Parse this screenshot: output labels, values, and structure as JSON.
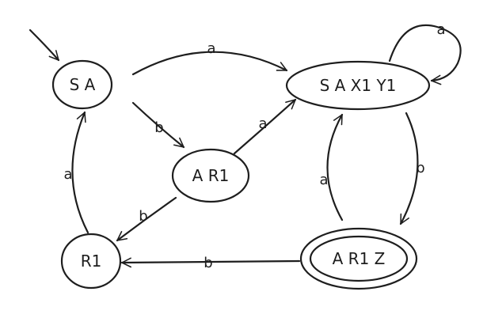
{
  "diagram": {
    "states": [
      {
        "id": "s0",
        "label": "S A",
        "accepting": false,
        "initial": true
      },
      {
        "id": "s1",
        "label": "S A X1 Y1",
        "accepting": false,
        "initial": false
      },
      {
        "id": "s2",
        "label": "A R1",
        "accepting": false,
        "initial": false
      },
      {
        "id": "s3",
        "label": "R1",
        "accepting": false,
        "initial": false
      },
      {
        "id": "s4",
        "label": "A R1 Z",
        "accepting": true,
        "initial": false
      }
    ],
    "transitions": [
      {
        "from": "s0",
        "to": "s1",
        "label": "a"
      },
      {
        "from": "s1",
        "to": "s1",
        "label": "a"
      },
      {
        "from": "s0",
        "to": "s2",
        "label": "b"
      },
      {
        "from": "s2",
        "to": "s1",
        "label": "a"
      },
      {
        "from": "s2",
        "to": "s3",
        "label": "b"
      },
      {
        "from": "s3",
        "to": "s0",
        "label": "a"
      },
      {
        "from": "s1",
        "to": "s4",
        "label": "b"
      },
      {
        "from": "s4",
        "to": "s1",
        "label": "a"
      },
      {
        "from": "s4",
        "to": "s3",
        "label": "b"
      }
    ]
  }
}
